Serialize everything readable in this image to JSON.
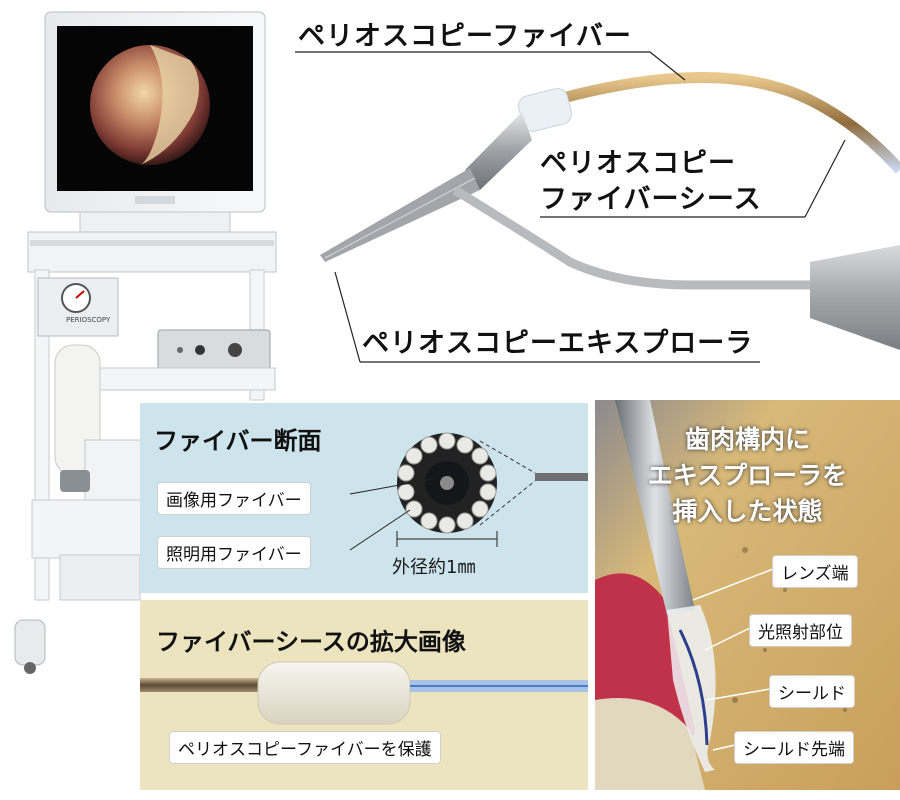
{
  "top_labels": {
    "fiber": "ペリオスコピーファイバー",
    "sheath_line1": "ペリオスコピー",
    "sheath_line2": "ファイバーシース",
    "explorer": "ペリオスコピーエキスプローラ"
  },
  "cross_section": {
    "title": "ファイバー断面",
    "image_fiber": "画像用ファイバー",
    "light_fiber": "照明用ファイバー",
    "diameter": "外径約1㎜"
  },
  "sheath_zoom": {
    "title": "ファイバーシースの拡大画像",
    "caption": "ペリオスコピーファイバーを保護"
  },
  "gum_panel": {
    "title_line1": "歯肉構内に",
    "title_line2": "エキスプローラを",
    "title_line3": "挿入した状態",
    "lens_end": "レンズ端",
    "light_area": "光照射部位",
    "shield": "シールド",
    "shield_tip": "シールド先端"
  },
  "device": {
    "brand": "PERIOSCOPY"
  },
  "colors": {
    "cross_panel_bg": "#cde4ec",
    "sheath_panel_bg": "#ece3bf",
    "gum_panel_bg": "#cfa866"
  }
}
